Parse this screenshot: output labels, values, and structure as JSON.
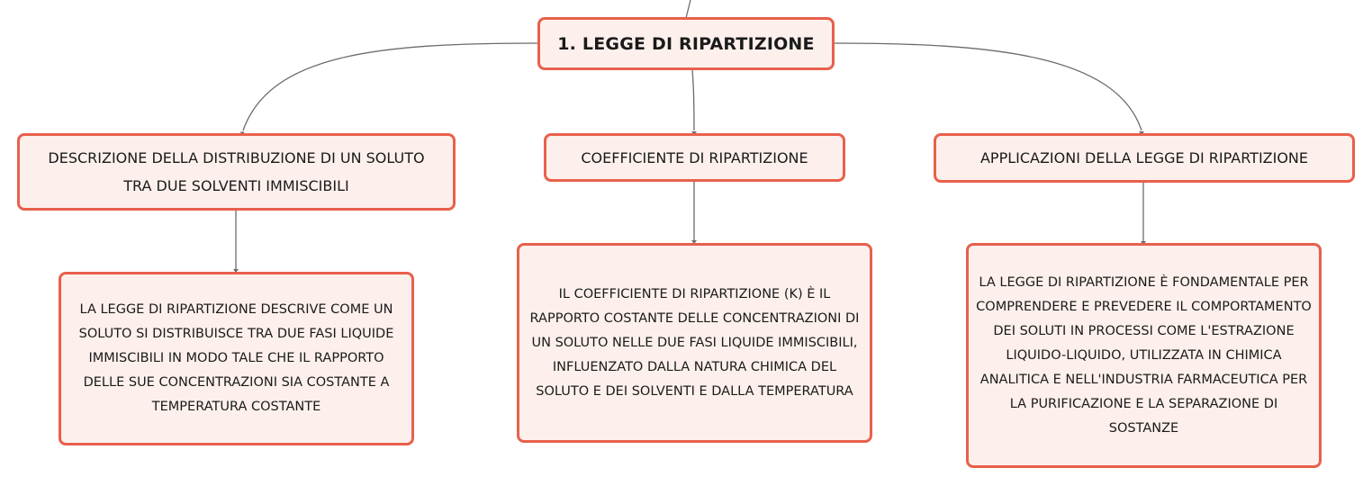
{
  "root": {
    "title": "1. LEGGE DI RIPARTIZIONE"
  },
  "branches": [
    {
      "title": "DESCRIZIONE DELLA DISTRIBUZIONE DI UN SOLUTO TRA DUE SOLVENTI IMMISCIBILI",
      "detail": "LA LEGGE DI RIPARTIZIONE DESCRIVE COME UN SOLUTO SI DISTRIBUISCE TRA DUE FASI LIQUIDE IMMISCIBILI IN MODO TALE CHE IL RAPPORTO DELLE SUE CONCENTRAZIONI SIA COSTANTE A TEMPERATURA COSTANTE"
    },
    {
      "title": "COEFFICIENTE DI RIPARTIZIONE",
      "detail": "IL COEFFICIENTE DI RIPARTIZIONE (K) È IL RAPPORTO COSTANTE DELLE CONCENTRAZIONI DI UN SOLUTO NELLE DUE FASI LIQUIDE IMMISCIBILI, INFLUENZATO DALLA NATURA CHIMICA DEL SOLUTO E DEI SOLVENTI E DALLA TEMPERATURA"
    },
    {
      "title": "APPLICAZIONI DELLA LEGGE DI RIPARTIZIONE",
      "detail": "LA LEGGE DI RIPARTIZIONE È FONDAMENTALE PER COMPRENDERE E PREVEDERE IL COMPORTAMENTO DEI SOLUTI IN PROCESSI COME L'ESTRAZIONE LIQUIDO-LIQUIDO, UTILIZZATA IN CHIMICA ANALITICA E NELL'INDUSTRIA FARMACEUTICA PER LA PURIFICAZIONE E LA SEPARAZIONE DI SOSTANZE"
    }
  ],
  "colors": {
    "border": "#e8604c",
    "fill": "#fdf0ec",
    "connector": "#666666"
  }
}
